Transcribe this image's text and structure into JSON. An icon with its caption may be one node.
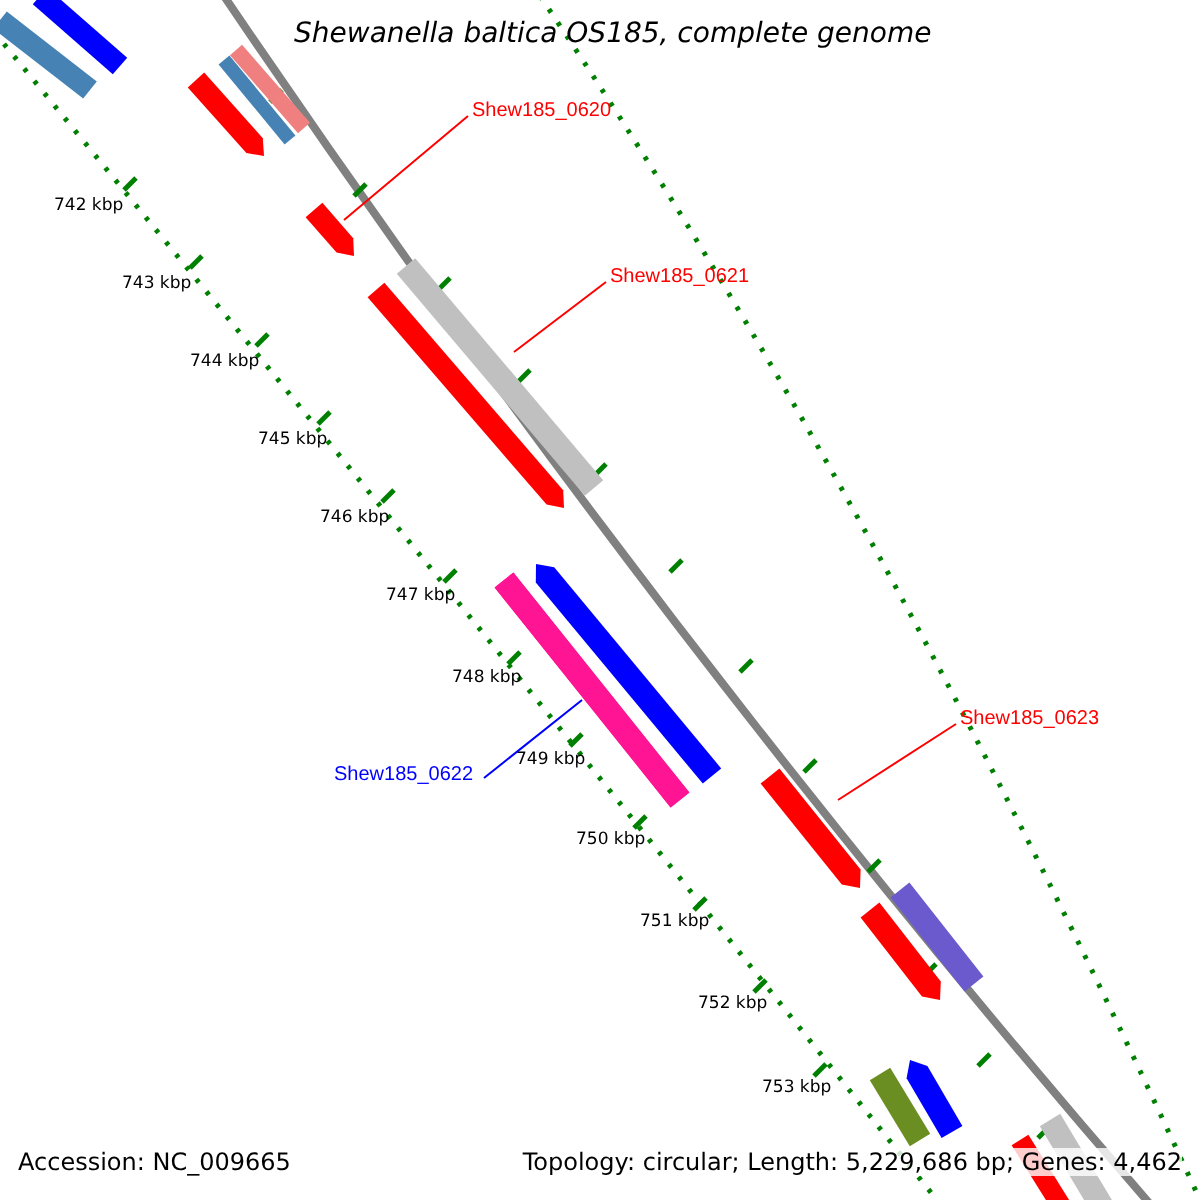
{
  "diagram": {
    "title": "Shewanella baltica OS185, complete genome",
    "nodes": [
      {
        "text": [
          "Shew185_0620"
        ]
      },
      {
        "text": [],
        "shape": "bar"
      },
      {
        "text": [
          "Shew185_0621"
        ]
      },
      {
        "text": [],
        "shape": "bar"
      },
      {
        "text": [
          "Shew185_0622"
        ]
      },
      {
        "text": [],
        "shape": "bar"
      },
      {
        "text": [
          "Shew185_0623"
        ]
      },
      {
        "text": [],
        "shape": "bar"
      }
    ],
    "edges": [
      {
        "from": 0,
        "to": 1,
        "arrow": "none"
      },
      {
        "from": 2,
        "to": 3,
        "arrow": "none"
      },
      {
        "from": 4,
        "to": 5,
        "arrow": "none",
        "color": "#0000ff"
      },
      {
        "from": 6,
        "to": 7,
        "arrow": "none"
      }
    ],
    "labels": [
      "742 kbp",
      "743 kbp",
      "744 kbp",
      "745 kbp",
      "746 kbp",
      "747 kbp",
      "748 kbp",
      "749 kbp",
      "750 kbp",
      "751 kbp",
      "752 kbp",
      "753 kbp",
      "Accession: NC_009665",
      "Topology: circular; Length: 5,229,686 bp; Genes: 4,462"
    ]
  }
}
